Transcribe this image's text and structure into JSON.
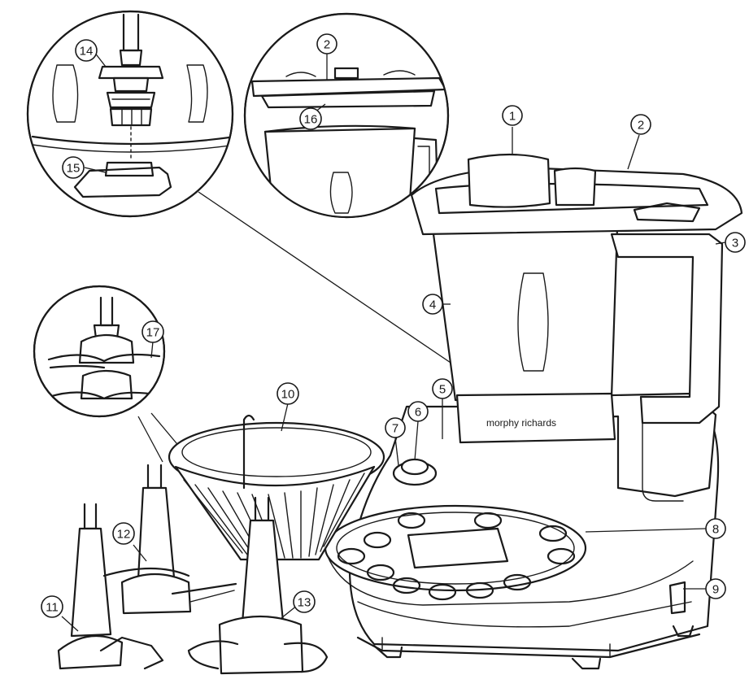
{
  "brand": "morphy richards",
  "callouts": [
    {
      "id": "c1",
      "label": "1"
    },
    {
      "id": "c2a",
      "label": "2"
    },
    {
      "id": "c2b",
      "label": "2"
    },
    {
      "id": "c3",
      "label": "3"
    },
    {
      "id": "c4",
      "label": "4"
    },
    {
      "id": "c5",
      "label": "5"
    },
    {
      "id": "c6",
      "label": "6"
    },
    {
      "id": "c7",
      "label": "7"
    },
    {
      "id": "c8",
      "label": "8"
    },
    {
      "id": "c9",
      "label": "9"
    },
    {
      "id": "c10",
      "label": "10"
    },
    {
      "id": "c11",
      "label": "11"
    },
    {
      "id": "c12",
      "label": "12"
    },
    {
      "id": "c13",
      "label": "13"
    },
    {
      "id": "c14",
      "label": "14"
    },
    {
      "id": "c15",
      "label": "15"
    },
    {
      "id": "c16",
      "label": "16"
    },
    {
      "id": "c17",
      "label": "17"
    }
  ]
}
